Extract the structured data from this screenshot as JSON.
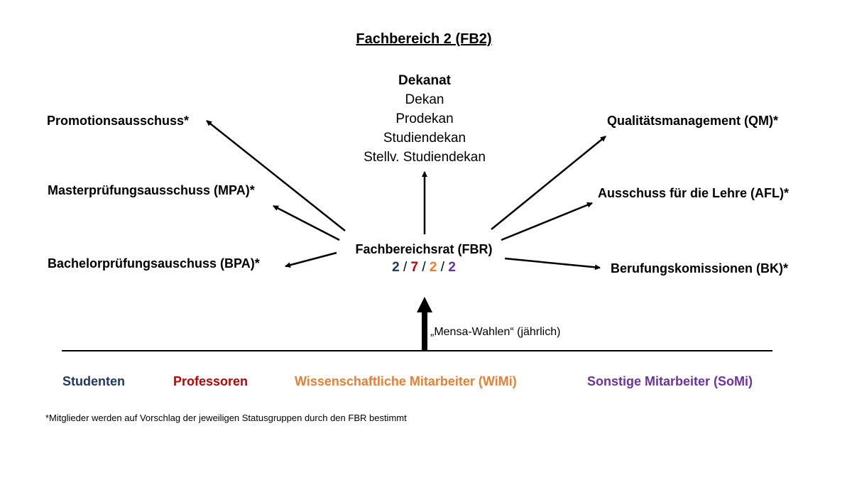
{
  "title": "Fachbereich 2 (FB2)",
  "dekanat": {
    "heading": "Dekanat",
    "members": [
      "Dekan",
      "Prodekan",
      "Studiendekan",
      "Stellv. Studiendekan"
    ]
  },
  "left_committees": [
    "Promotionsausschuss*",
    "Masterprüfungsausschuss (MPA)*",
    "Bachelorprüfungsauschuss (BPA)*"
  ],
  "right_committees": [
    "Qualitätsmanagement (QM)*",
    "Ausschuss für die Lehre (AFL)*",
    "Berufungskomissionen (BK)*"
  ],
  "fbr": {
    "label": "Fachbereichsrat (FBR)",
    "seats": [
      "2",
      "7",
      "2",
      "2"
    ],
    "separator": "/"
  },
  "election_label": "„Mensa-Wahlen“ (jährlich)",
  "status_groups": [
    {
      "label": "Studenten",
      "color": "#203864"
    },
    {
      "label": "Professoren",
      "color": "#c00000"
    },
    {
      "label": "Wissenschaftliche Mitarbeiter (WiMi)",
      "color": "#ed7d31"
    },
    {
      "label": "Sonstige Mitarbeiter (SoMi)",
      "color": "#7030a0"
    }
  ],
  "footnote": "*Mitglieder werden auf Vorschlag der jeweiligen Statusgruppen durch den FBR bestimmt"
}
